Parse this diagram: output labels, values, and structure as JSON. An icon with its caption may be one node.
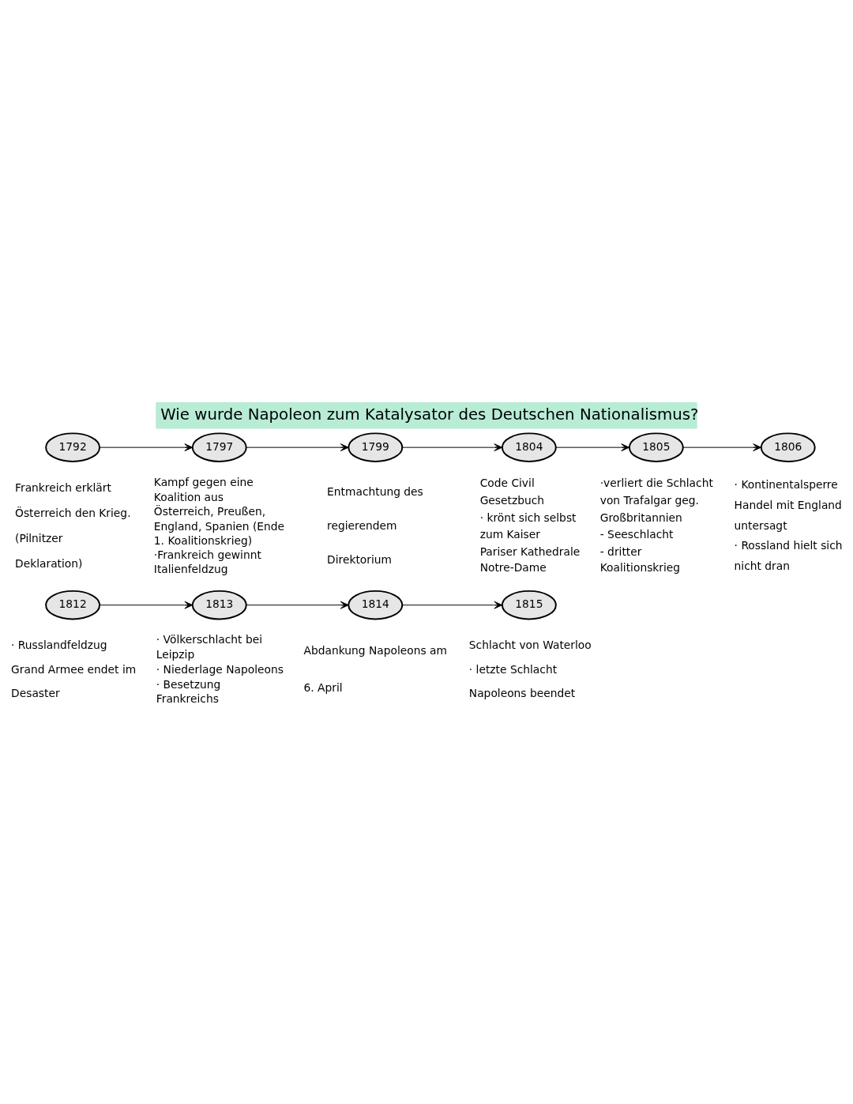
{
  "diagram": {
    "title": "Wie wurde Napoleon zum Katalysator des Deutschen Nationalismus?",
    "nodes": [
      {
        "text": [
          "1792"
        ],
        "beside": [
          "Frankreich erklärt Österreich den Krieg.",
          "(Pilnitzer Deklaration)"
        ]
      },
      {
        "text": [
          "1797"
        ],
        "beside": [
          "Kampf gegen eine Koalition aus Österreich, Preußen, England, Spanien (Ende 1. Koalitionskrieg)",
          "·Frankreich gewinnt Italienfeldzug"
        ]
      },
      {
        "text": [
          "1799"
        ],
        "beside": [
          "Entmachtung des regierendem Direktorium"
        ]
      },
      {
        "text": [
          "1804"
        ],
        "beside": [
          "Code Civil",
          "Gesetzbuch",
          "· krönt sich selbst zum Kaiser",
          "Pariser Kathedrale Notre-Dame"
        ]
      },
      {
        "text": [
          "1805"
        ],
        "beside": [
          "·verliert die Schlacht von Trafalgar geg. Großbritannien",
          "- Seeschlacht",
          "- dritter Koalitionskrieg"
        ]
      },
      {
        "text": [
          "1806"
        ],
        "beside": [
          "· Kontinentalsperre Handel mit England untersagt",
          "· Rossland hielt sich nicht dran"
        ]
      },
      {
        "text": [
          "1812"
        ],
        "beside": [
          "· Russlandfeldzug Grand Armee endet im Desaster"
        ]
      },
      {
        "text": [
          "1813"
        ],
        "beside": [
          "· Völkerschlacht bei Leipzip",
          "· Niederlage Napoleons",
          "· Besetzung Frankreichs"
        ]
      },
      {
        "text": [
          "1814"
        ],
        "beside": [
          "Abdankung Napoleons am 6. April"
        ]
      },
      {
        "text": [
          "1815"
        ],
        "beside": [
          "Schlacht von Waterloo",
          "· letzte Schlacht Napoleons beendet"
        ]
      }
    ],
    "edges": [
      {
        "from": 0,
        "to": 1,
        "arrow": "to"
      },
      {
        "from": 1,
        "to": 2,
        "arrow": "to"
      },
      {
        "from": 2,
        "to": 3,
        "arrow": "to"
      },
      {
        "from": 3,
        "to": 4,
        "arrow": "to"
      },
      {
        "from": 4,
        "to": 5,
        "arrow": "to"
      },
      {
        "from": 6,
        "to": 7,
        "arrow": "to"
      },
      {
        "from": 7,
        "to": 8,
        "arrow": "to"
      },
      {
        "from": 8,
        "to": 9,
        "arrow": "to"
      }
    ]
  }
}
